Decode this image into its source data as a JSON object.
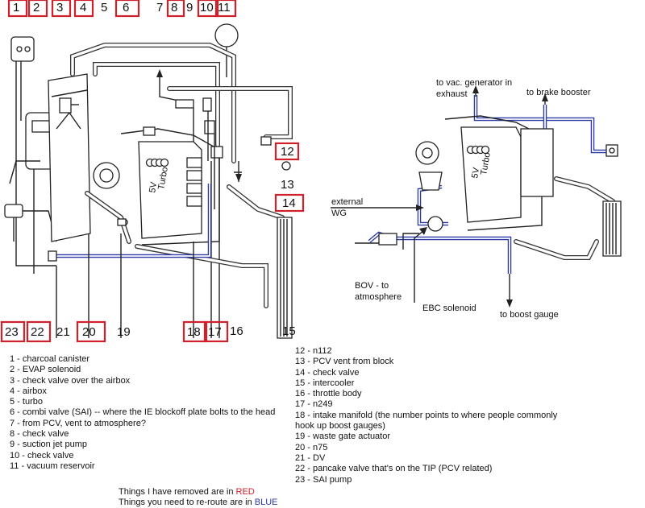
{
  "callouts_top": [
    "1",
    "2",
    "3",
    "4",
    "5",
    "6",
    "7",
    "8",
    "9",
    "10",
    "11"
  ],
  "callouts_right": [
    "12",
    "13",
    "14",
    "15",
    "16"
  ],
  "callouts_bottom": [
    "23",
    "22",
    "21",
    "20",
    "19",
    "18",
    "17"
  ],
  "colors": {
    "removed": "#d0202a",
    "reroute": "#2b3aa6"
  },
  "right_diagram": {
    "vac_generator": "to vac. generator in",
    "vac_generator_2": "exhaust",
    "brake_booster": "to brake booster",
    "external_wg": "external",
    "external_wg_2": "WG",
    "bov": "BOV - to",
    "bov_2": "atmosphere",
    "ebc": "EBC solenoid",
    "boost_gauge": "to boost gauge"
  },
  "engine_text": {
    "sv": "5V",
    "turbo": "Turbo"
  },
  "legend_left": [
    "1 - charcoal canister",
    "2 - EVAP solenoid",
    "3 - check valve over the airbox",
    "4 - airbox",
    "5 - turbo",
    "6 - combi valve (SAI) -- where the IE blockoff plate bolts to the head",
    "7 - from PCV, vent to atmosphere?",
    "8 - check valve",
    "9 - suction jet pump",
    "10 - check valve",
    "11 - vacuum reservoir"
  ],
  "legend_right": [
    "12 - n112",
    "13 - PCV vent from block",
    "14 - check valve",
    "15 - intercooler",
    "16 - throttle body",
    "17 - n249",
    "18 - intake manifold (the number points to where people commonly",
    "hook up boost gauges)",
    "19 - waste gate actuator",
    "20 - n75",
    "21 - DV",
    "22 - pancake valve that's on the TIP (PCV related)",
    "23 - SAI pump"
  ],
  "note": {
    "removed_prefix": "Things I have removed are in ",
    "removed_word": "RED",
    "reroute_prefix": "Things you need to re-route are in ",
    "reroute_word": "BLUE"
  }
}
